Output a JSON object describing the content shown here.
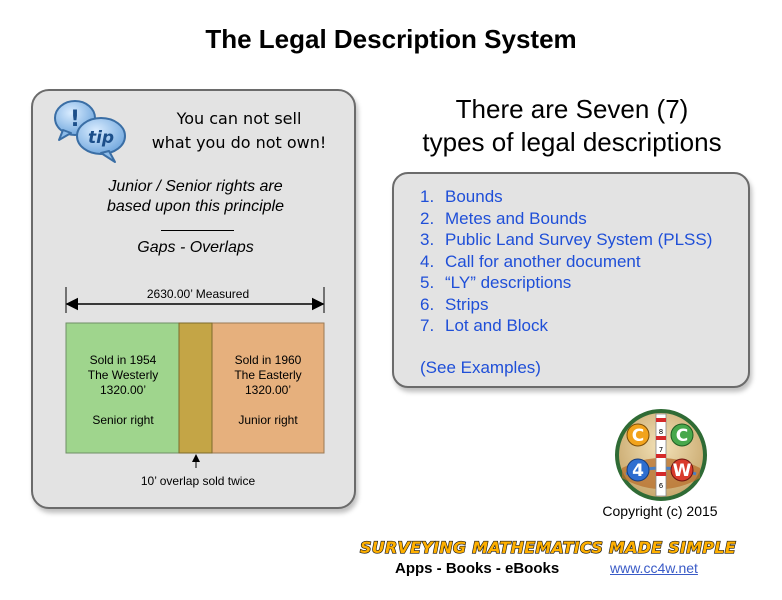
{
  "title": "The Legal Description System",
  "tip": {
    "icon_label": "tip",
    "icon_mark": "!",
    "line1": "You can not sell",
    "line2": "what you do not own!"
  },
  "principle": {
    "line1": "Junior / Senior rights are",
    "line2": "based upon this principle",
    "gaps": "Gaps - Overlaps"
  },
  "diagram": {
    "measured": "2630.00’ Measured",
    "west": {
      "line1": "Sold in 1954",
      "line2": "The Westerly",
      "line3": "1320.00’",
      "right": "Senior right"
    },
    "east": {
      "line1": "Sold in 1960",
      "line2": "The Easterly",
      "line3": "1320.00’",
      "right": "Junior right"
    },
    "overlap": "10’ overlap sold twice",
    "colors": {
      "west": "#9fd58d",
      "east": "#e6b07d",
      "overlap": "#c4a546"
    }
  },
  "heading": {
    "line1": "There are Seven (7)",
    "line2": "types of legal descriptions"
  },
  "types": [
    {
      "num": "1.",
      "label": "Bounds"
    },
    {
      "num": "2.",
      "label": "Metes and Bounds"
    },
    {
      "num": "3.",
      "label": "Public Land Survey System (PLSS)"
    },
    {
      "num": "4.",
      "label": "Call for another document"
    },
    {
      "num": "5.",
      "label": "“LY” descriptions"
    },
    {
      "num": "6.",
      "label": "Strips"
    },
    {
      "num": "7.",
      "label": "Lot and Block"
    }
  ],
  "see_examples": "(See Examples)",
  "logo": {
    "letters": [
      "C",
      "C",
      "4",
      "W"
    ],
    "rod_numbers": [
      "8",
      "7",
      "6"
    ]
  },
  "copyright": "Copyright (c) 2015",
  "banner": "SURVEYING MATHEMATICS MADE SIMPLE",
  "apps": "Apps - Books - eBooks",
  "website": "www.cc4w.net"
}
